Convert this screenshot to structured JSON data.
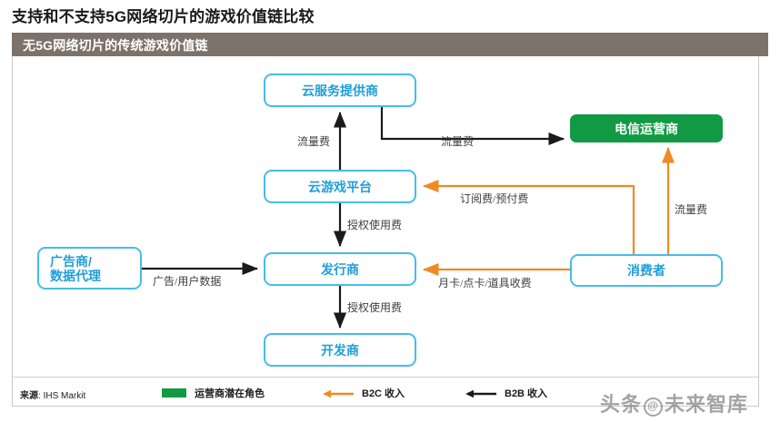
{
  "chart_title": "支持和不支持5G网络切片的游戏价值链比较",
  "panel": {
    "header_label": "无5G网络切片的传统游戏价值链"
  },
  "nodes": {
    "cloud_service_provider": "云服务提供商",
    "cloud_gaming_platform": "云游戏平台",
    "publisher": "发行商",
    "developer": "开发商",
    "advertiser_line1": "广告商/",
    "advertiser_line2": "数据代理",
    "telecom_operator": "电信运营商",
    "consumer": "消费者"
  },
  "flow_labels": {
    "traffic_fee_left": "流量费",
    "traffic_fee_mid": "流量费",
    "traffic_fee_right": "流量费",
    "license_fee_upper": "授权使用费",
    "license_fee_lower": "授权使用费",
    "ads_user_data": "广告/用户数据",
    "subscription_prepaid": "订阅费/预付费",
    "monthly_point_item": "月卡/点卡/道具收费"
  },
  "legend": {
    "source_prefix": "来源",
    "source_value": "IHS Markit",
    "operator_role": "运营商潜在角色",
    "b2c_revenue": "B2C 收入",
    "b2b_revenue": "B2B 收入"
  },
  "watermark": {
    "left": "头条",
    "right": "未来智库",
    "at": "@"
  },
  "colors": {
    "header_bar": "#7d7269",
    "node_blue_border": "#45bcec",
    "node_blue_text": "#1f9ed8",
    "operator_green": "#119a43",
    "b2c_orange": "#f08a24",
    "b2b_black": "#1a1a1a"
  }
}
